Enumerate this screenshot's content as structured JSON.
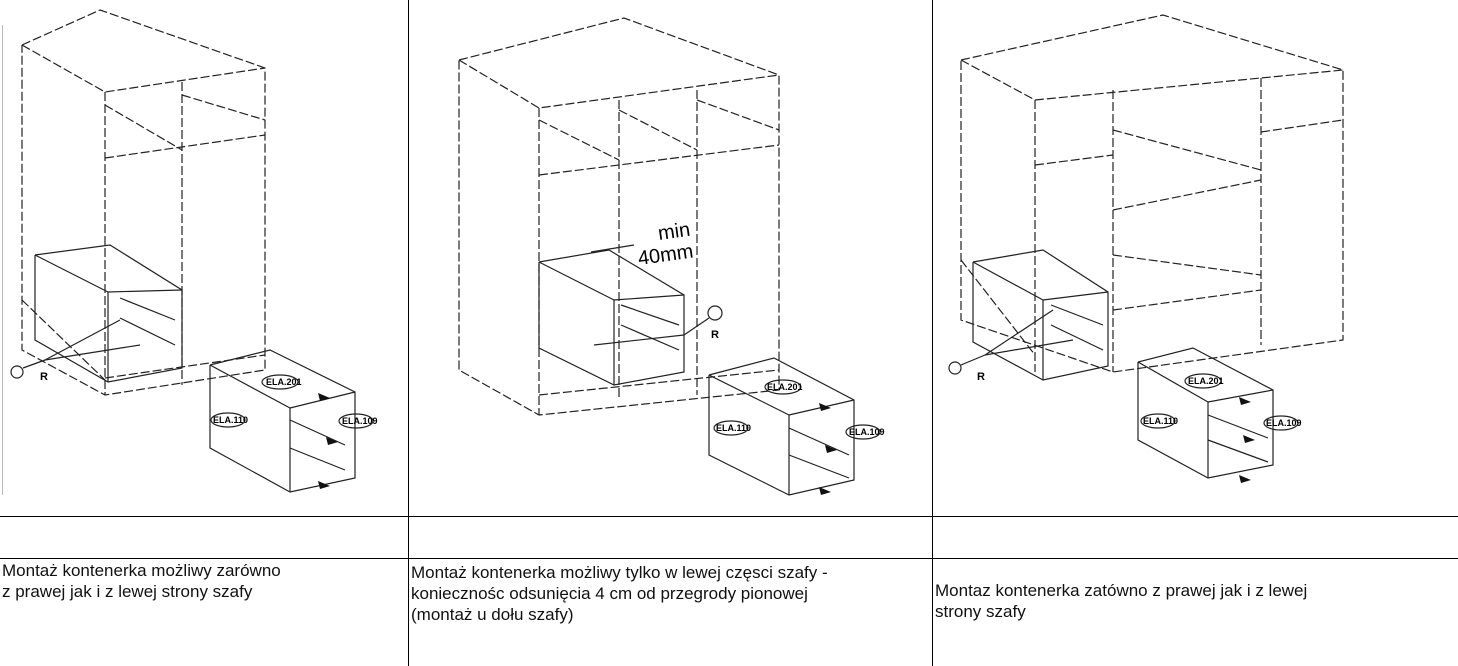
{
  "panels": [
    {
      "part_labels": {
        "top": "ELA.201",
        "side": "ELA.110",
        "front": "ELA.109"
      },
      "screw_label": "R",
      "caption": "Montaż kontenerka możliwy zarówno\nz prawej jak i z lewej strony szafy"
    },
    {
      "part_labels": {
        "top": "ELA.201",
        "side": "ELA.110",
        "front": "ELA.109"
      },
      "screw_label": "R",
      "dimension_line1": "min",
      "dimension_line2": "40mm",
      "caption": "Montaż kontenerka możliwy tylko w lewej częsci szafy -\nkoniecznośc odsunięcia 4 cm od przegrody pionowej\n(montaż u dołu szafy)"
    },
    {
      "part_labels": {
        "top": "ELA.201",
        "side": "ELA.110",
        "front": "ELA.109"
      },
      "screw_label": "R",
      "caption": "Montaz kontenerka zatówno z prawej jak i z lewej\nstrony szafy"
    }
  ]
}
